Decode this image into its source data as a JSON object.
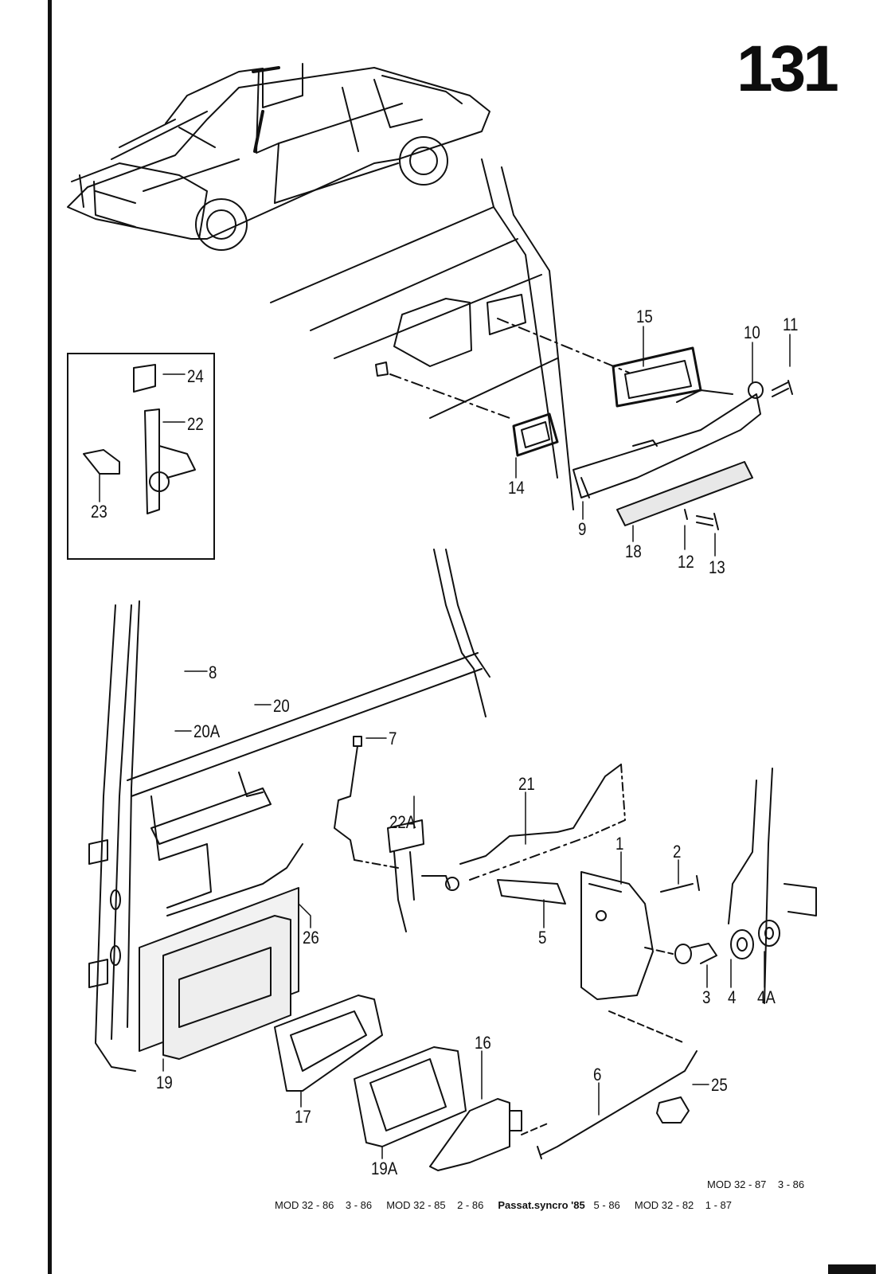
{
  "page": {
    "number": "131"
  },
  "callouts": {
    "c1": "1",
    "c2": "2",
    "c3": "3",
    "c4": "4",
    "c4a": "4A",
    "c5": "5",
    "c6": "6",
    "c7": "7",
    "c8": "8",
    "c9": "9",
    "c10": "10",
    "c11": "11",
    "c12": "12",
    "c13": "13",
    "c14": "14",
    "c15": "15",
    "c16": "16",
    "c17": "17",
    "c18": "18",
    "c19": "19",
    "c19a": "19A",
    "c20": "20",
    "c20a": "20A",
    "c21": "21",
    "c22": "22",
    "c22a": "22A",
    "c23": "23",
    "c24": "24",
    "c25": "25",
    "c26": "26"
  },
  "footnotes": {
    "line1": [
      {
        "model": "MOD 32 - 87",
        "date": "3 - 86"
      }
    ],
    "line2": [
      {
        "model": "MOD 32 - 86",
        "date": "3 - 86"
      },
      {
        "model": "MOD 32 - 85",
        "date": "2 - 86"
      },
      {
        "model": "Passat.syncro '85",
        "date": "5 - 86"
      },
      {
        "model": "MOD 32 - 82",
        "date": "1 - 87"
      }
    ]
  }
}
